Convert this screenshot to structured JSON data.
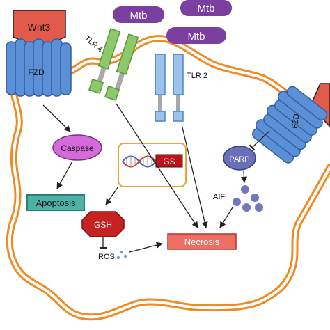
{
  "colors": {
    "membrane": "#f08a24",
    "wnt": "#e15a4a",
    "fzd": "#5b8fd6",
    "fzd_stroke": "#2f5fa3",
    "tlr4": "#8dc86a",
    "tlr4_stroke": "#5a9a3a",
    "tlr2": "#9dc3ec",
    "tlr2_stroke": "#4a86c5",
    "linker": "#a8a8a8",
    "mtb": "#7b3fa0",
    "caspase": "#d46adb",
    "apoptosis_fill": "#4db3a8",
    "apoptosis_stroke": "#2a7f77",
    "parp": "#6a6fb8",
    "aif_dots": "#7177bb",
    "gs_box": "#e8a43a",
    "gs_label_bg": "#c0121a",
    "gsh": "#c62222",
    "necrosis": "#ef6e63",
    "ros_dots": "#6e9fcf"
  },
  "labels": {
    "wnt3": "Wnt3",
    "fzd_left": "FZD",
    "fzd_right": "FZD",
    "tlr4": "TLR 4",
    "tlr2": "TLR 2",
    "mtb": [
      "Mtb",
      "Mtb",
      "Mtb"
    ],
    "caspase": "Caspase",
    "apoptosis": "Apoptosis",
    "parp": "PARP",
    "aif": "AIF",
    "gs": "GS",
    "gsh": "GSH",
    "ros": "ROS",
    "necrosis": "Necrosis"
  }
}
